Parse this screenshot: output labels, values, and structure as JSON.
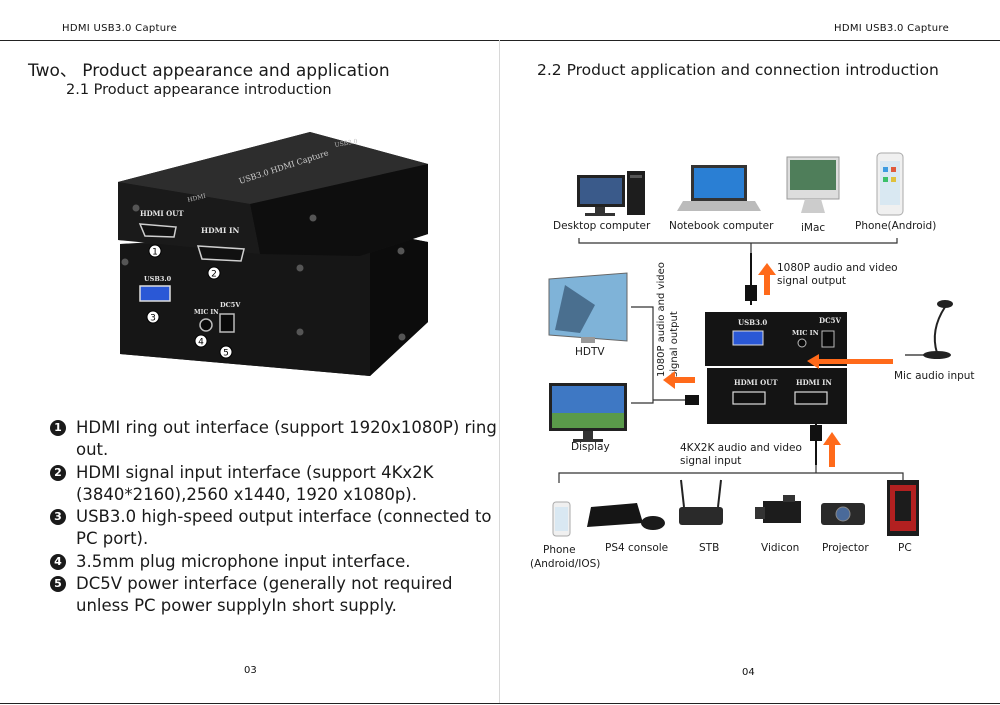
{
  "header": {
    "left": "HDMI USB3.0 Capture",
    "right": "HDMI USB3.0 Capture"
  },
  "left_page": {
    "section_title": "Two、 Product appearance and application",
    "subsection_title": "2.1 Product appearance introduction",
    "device": {
      "top_text": "USB3.0 HDMI Capture",
      "top_small": "HDMI",
      "top_small2": "USB3.0",
      "hdmi_out": "HDMI OUT",
      "hdmi_in": "HDMI IN",
      "usb": "USB3.0",
      "mic": "MIC IN",
      "dc": "DC5V",
      "callouts": [
        "1",
        "2",
        "3",
        "4",
        "5"
      ]
    },
    "items": [
      {
        "num": "1",
        "text": "HDMI ring out interface (support 1920x1080P) ring out."
      },
      {
        "num": "2",
        "text": "HDMI signal input interface (support 4Kx2K (3840*2160),2560 x1440, 1920 x1080p)."
      },
      {
        "num": "3",
        "text": "USB3.0 high-speed output interface (connected to PC port)."
      },
      {
        "num": "4",
        "text": "3.5mm plug microphone input interface."
      },
      {
        "num": "5",
        "text": "DC5V power interface (generally not required unless PC power supplyIn short supply."
      }
    ],
    "page_number": "03"
  },
  "right_page": {
    "section_title": "2.2 Product application and connection introduction",
    "top_devices": [
      "Desktop computer",
      "Notebook computer",
      "iMac",
      "Phone(Android)"
    ],
    "output_label": "1080P audio and video signal output",
    "side_label": "1080P audio and video signal output",
    "hdtv": "HDTV",
    "display": "Display",
    "mic_label": "Mic audio input",
    "input_label": "4KX2K audio and video signal input",
    "box_upper": {
      "usb": "USB3.0",
      "mic": "MIC IN",
      "dc": "DC5V"
    },
    "box_lower": {
      "out": "HDMI OUT",
      "in": "HDMI IN"
    },
    "bottom_devices": [
      {
        "name": "Phone",
        "sub": "(Android/IOS)"
      },
      {
        "name": "PS4 console",
        "sub": ""
      },
      {
        "name": "STB",
        "sub": ""
      },
      {
        "name": "Vidicon",
        "sub": ""
      },
      {
        "name": "Projector",
        "sub": ""
      },
      {
        "name": "PC",
        "sub": ""
      }
    ],
    "page_number": "04"
  },
  "colors": {
    "arrow": "#ff6a1a",
    "device": "#141414",
    "ink": "#1a1a1a"
  }
}
